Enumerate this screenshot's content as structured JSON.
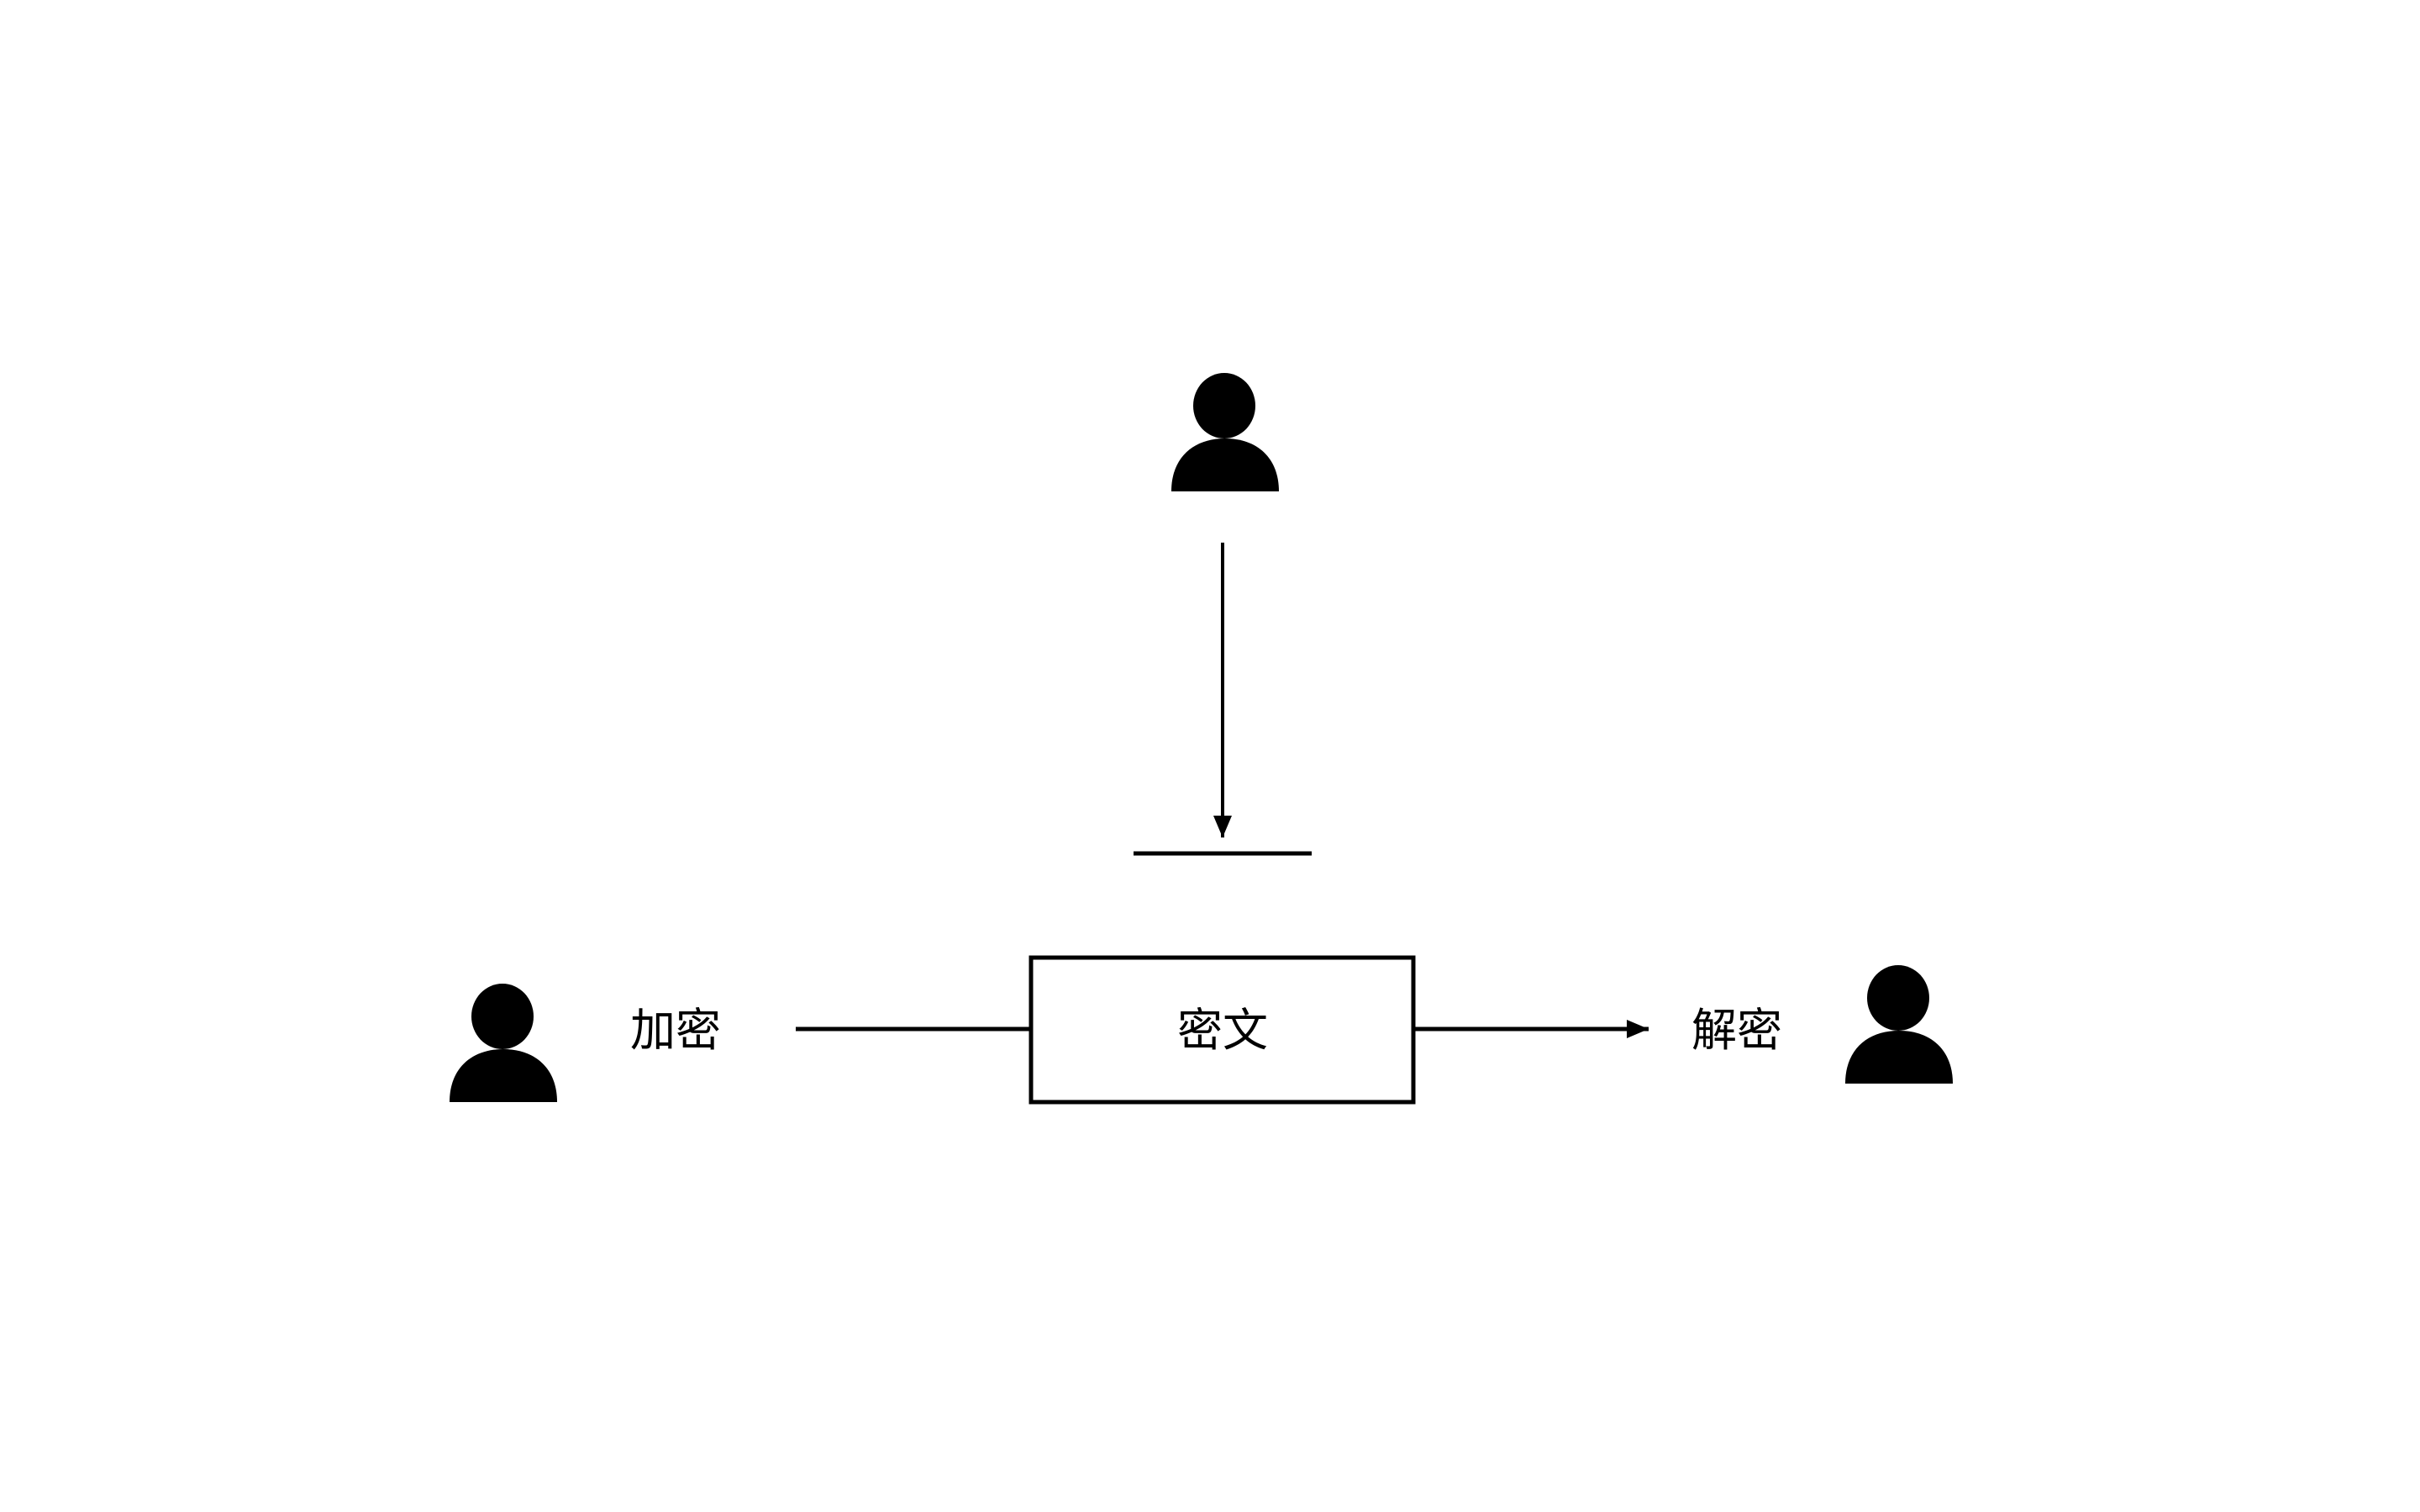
{
  "diagram": {
    "labels": {
      "encrypt": "加密",
      "ciphertext": "密文",
      "decrypt": "解密"
    },
    "actors": [
      "attacker",
      "sender",
      "receiver"
    ],
    "colors": {
      "stroke": "#000000",
      "background": "#ffffff"
    }
  }
}
